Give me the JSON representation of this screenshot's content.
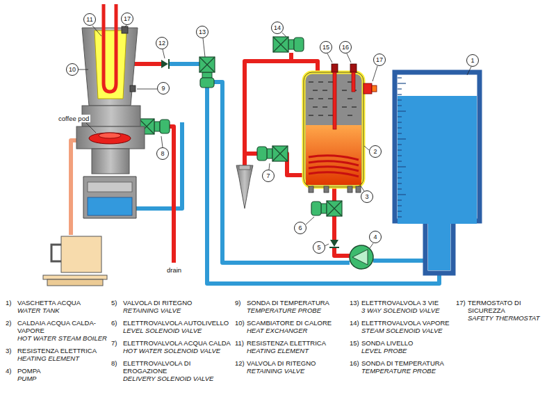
{
  "diagram": {
    "labels": [
      "11",
      "17",
      "12",
      "13",
      "14",
      "15",
      "16",
      "17",
      "10",
      "9",
      "1",
      "coffee pod",
      "8",
      "7",
      "2",
      "3",
      "6",
      "5",
      "4",
      "drain",
      "1)",
      "VASCHETTA ACQUA",
      "WATER TANK",
      "2)",
      "CALDAIA ACQUA CALDA-VAPORE",
      "HOT WATER STEAM BOILER",
      "3)",
      "RESISTENZA ELETTRICA",
      "HEATING ELEMENT",
      "4)",
      "POMPA",
      "PUMP",
      "5)",
      "VALVOLA DI RITEGNO",
      "RETAINING VALVE",
      "6)",
      "ELETTROVALVOLA AUTOLIVELLO",
      "LEVEL SOLENOID VALVE",
      "7)",
      "ELETTROVALVOLA ACQUA CALDA",
      "HOT WATER SOLENOID VALVE",
      "8)",
      "ELETTROVALVOLA DI EROGAZIONE",
      "DELIVERY SOLENOID VALVE",
      "9)",
      "SONDA DI TEMPERATURA",
      "TEMPERATURE PROBE",
      "10)",
      "SCAMBIATORE DI CALORE",
      "HEAT EXCHANGER",
      "11)",
      "RESISTENZA ELETTRICA",
      "HEATING ELEMENT",
      "12)",
      "VALVOLA DI RITEGNO",
      "RETAINING VALVE",
      "13)",
      "ELETTROVALVOLA 3 VIE",
      "3 WAY SOLENOID VALVE",
      "14)",
      "ELETTROVALVOLA VAPORE",
      "STEAM SOLENOID VALVE",
      "15)",
      "SONDA LIVELLO",
      "LEVEL PROBE",
      "16)",
      "SONDA DI TEMPERATURA",
      "TEMPERATURE PROBE",
      "17)",
      "TERMOSTATO DI SICUREZZA",
      "SAFETY THERMOSTAT"
    ]
  }
}
